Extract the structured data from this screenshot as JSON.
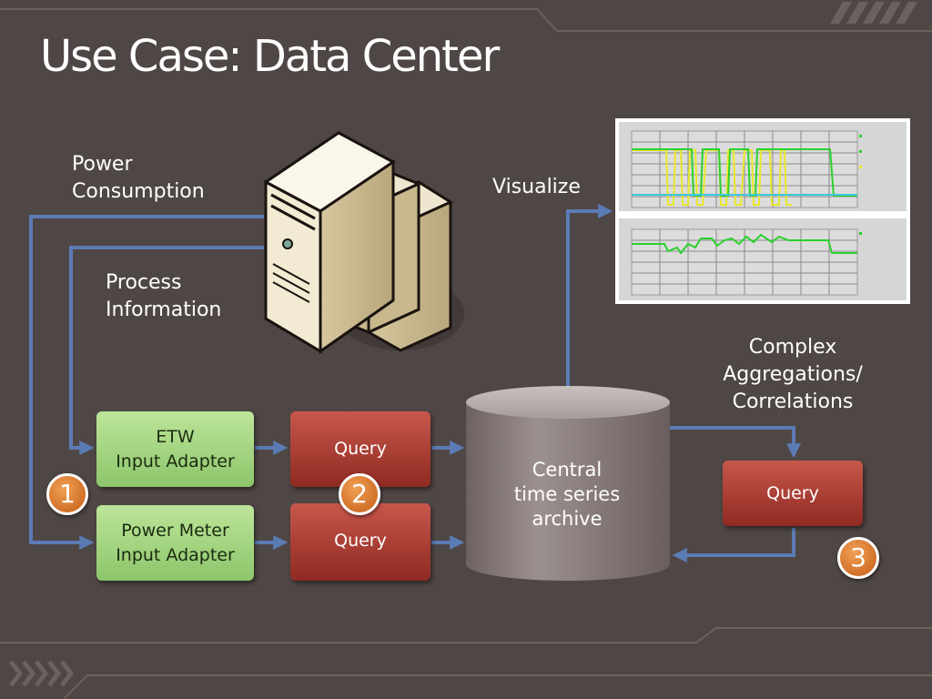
{
  "title": "Use Case: Data Center",
  "labels": {
    "power_consumption": [
      "Power",
      "Consumption"
    ],
    "process_information": [
      "Process",
      "Information"
    ],
    "visualize": "Visualize",
    "complex": [
      "Complex",
      "Aggregations/",
      "Correlations"
    ]
  },
  "adapters": {
    "etw": [
      "ETW",
      "Input Adapter"
    ],
    "power_meter": [
      "Power Meter",
      "Input Adapter"
    ]
  },
  "queries": {
    "q1": "Query",
    "q2": "Query",
    "q3": "Query"
  },
  "archive": [
    "Central",
    "time series",
    "archive"
  ],
  "badges": {
    "b1": "1",
    "b2": "2",
    "b3": "3"
  },
  "colors": {
    "background": "#4f4745",
    "arrow": "#5b7bb5",
    "adapter_green": "#a6d382",
    "query_red": "#b0443a",
    "badge_orange": "#e07a28",
    "chart_green": "#2bd12b",
    "chart_yellow": "#e8e82a",
    "chart_cyan": "#3fc7e0"
  },
  "icons": {
    "server": "server-computer-icon"
  }
}
